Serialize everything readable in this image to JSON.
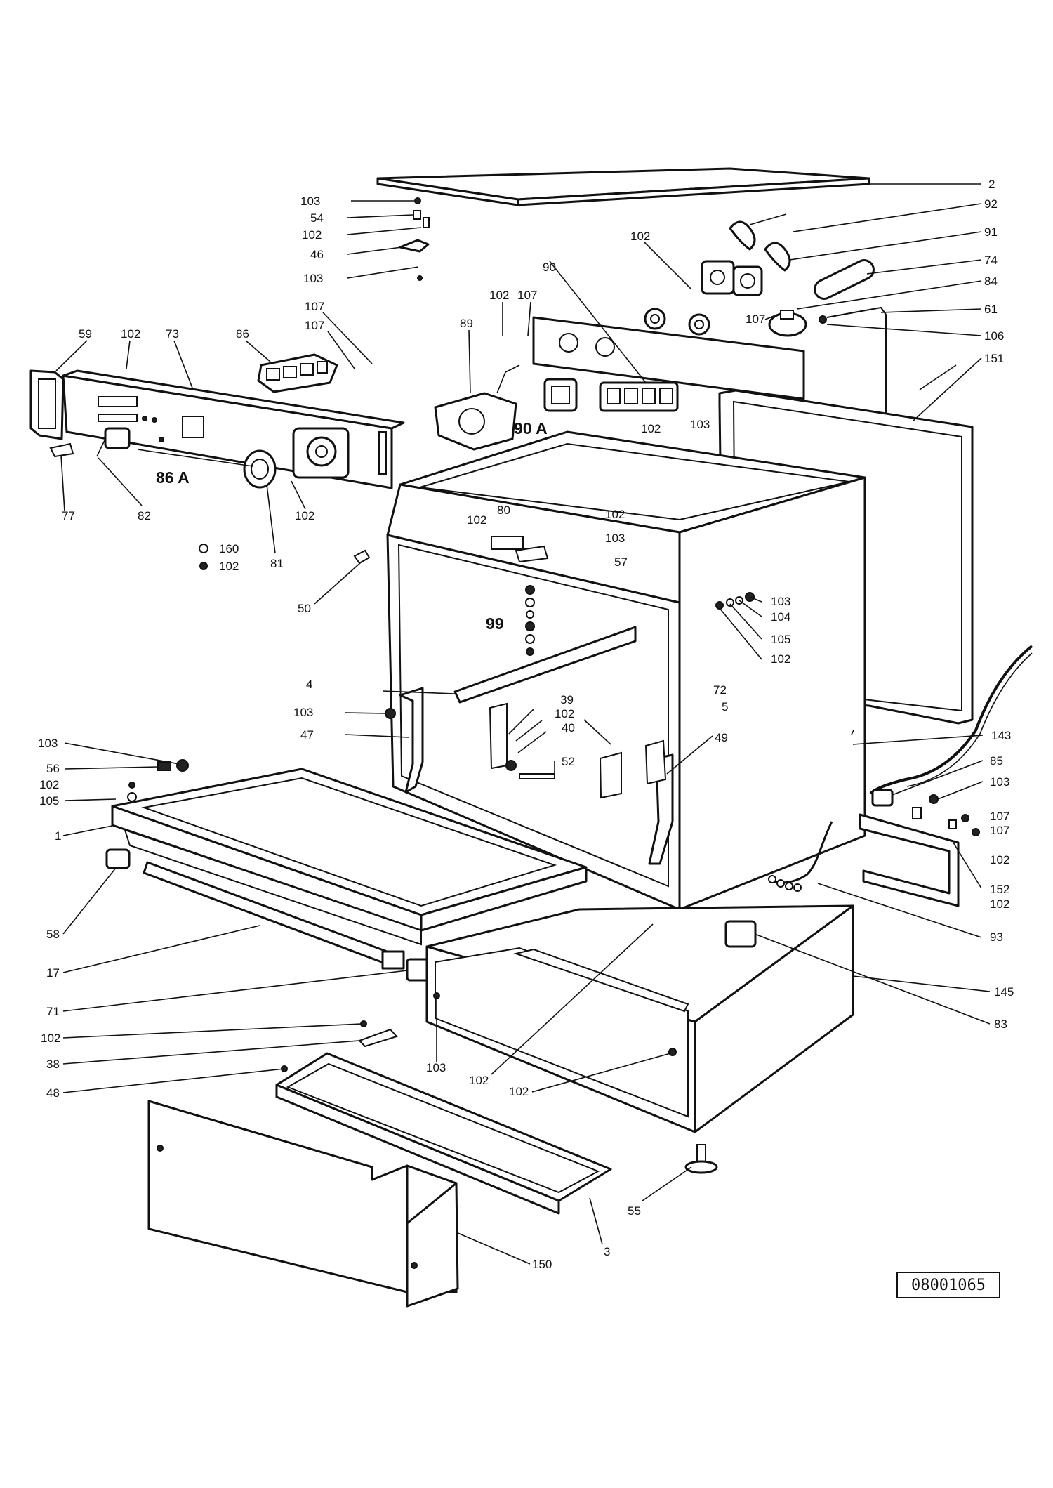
{
  "drawing_number": "08001065",
  "labels": [
    {
      "text": "2"
    },
    {
      "text": "92"
    },
    {
      "text": "91"
    },
    {
      "text": "74"
    },
    {
      "text": "84"
    },
    {
      "text": "61"
    },
    {
      "text": "106"
    },
    {
      "text": "151"
    },
    {
      "text": "103"
    },
    {
      "text": "54"
    },
    {
      "text": "102"
    },
    {
      "text": "46"
    },
    {
      "text": "103"
    },
    {
      "text": "102"
    },
    {
      "text": "90"
    },
    {
      "text": "102"
    },
    {
      "text": "107"
    },
    {
      "text": "107"
    },
    {
      "text": "89"
    },
    {
      "text": "90 A"
    },
    {
      "text": "102"
    },
    {
      "text": "103"
    },
    {
      "text": "59"
    },
    {
      "text": "102"
    },
    {
      "text": "73"
    },
    {
      "text": "86"
    },
    {
      "text": "107"
    },
    {
      "text": "107"
    },
    {
      "text": "86 A"
    },
    {
      "text": "77"
    },
    {
      "text": "82"
    },
    {
      "text": "81"
    },
    {
      "text": "102"
    },
    {
      "text": "160"
    },
    {
      "text": "102"
    },
    {
      "text": "50"
    },
    {
      "text": "80"
    },
    {
      "text": "102"
    },
    {
      "text": "102"
    },
    {
      "text": "103"
    },
    {
      "text": "57"
    },
    {
      "text": "99"
    },
    {
      "text": "103"
    },
    {
      "text": "104"
    },
    {
      "text": "105"
    },
    {
      "text": "102"
    },
    {
      "text": "4"
    },
    {
      "text": "103"
    },
    {
      "text": "47"
    },
    {
      "text": "39"
    },
    {
      "text": "102"
    },
    {
      "text": "40"
    },
    {
      "text": "52"
    },
    {
      "text": "72"
    },
    {
      "text": "5"
    },
    {
      "text": "49"
    },
    {
      "text": "143"
    },
    {
      "text": "85"
    },
    {
      "text": "103"
    },
    {
      "text": "107"
    },
    {
      "text": "107"
    },
    {
      "text": "102"
    },
    {
      "text": "152"
    },
    {
      "text": "102"
    },
    {
      "text": "93"
    },
    {
      "text": "103"
    },
    {
      "text": "56"
    },
    {
      "text": "102"
    },
    {
      "text": "105"
    },
    {
      "text": "1"
    },
    {
      "text": "58"
    },
    {
      "text": "17"
    },
    {
      "text": "71"
    },
    {
      "text": "102"
    },
    {
      "text": "38"
    },
    {
      "text": "48"
    },
    {
      "text": "103"
    },
    {
      "text": "102"
    },
    {
      "text": "102"
    },
    {
      "text": "145"
    },
    {
      "text": "83"
    },
    {
      "text": "55"
    },
    {
      "text": "3"
    },
    {
      "text": "150"
    }
  ]
}
